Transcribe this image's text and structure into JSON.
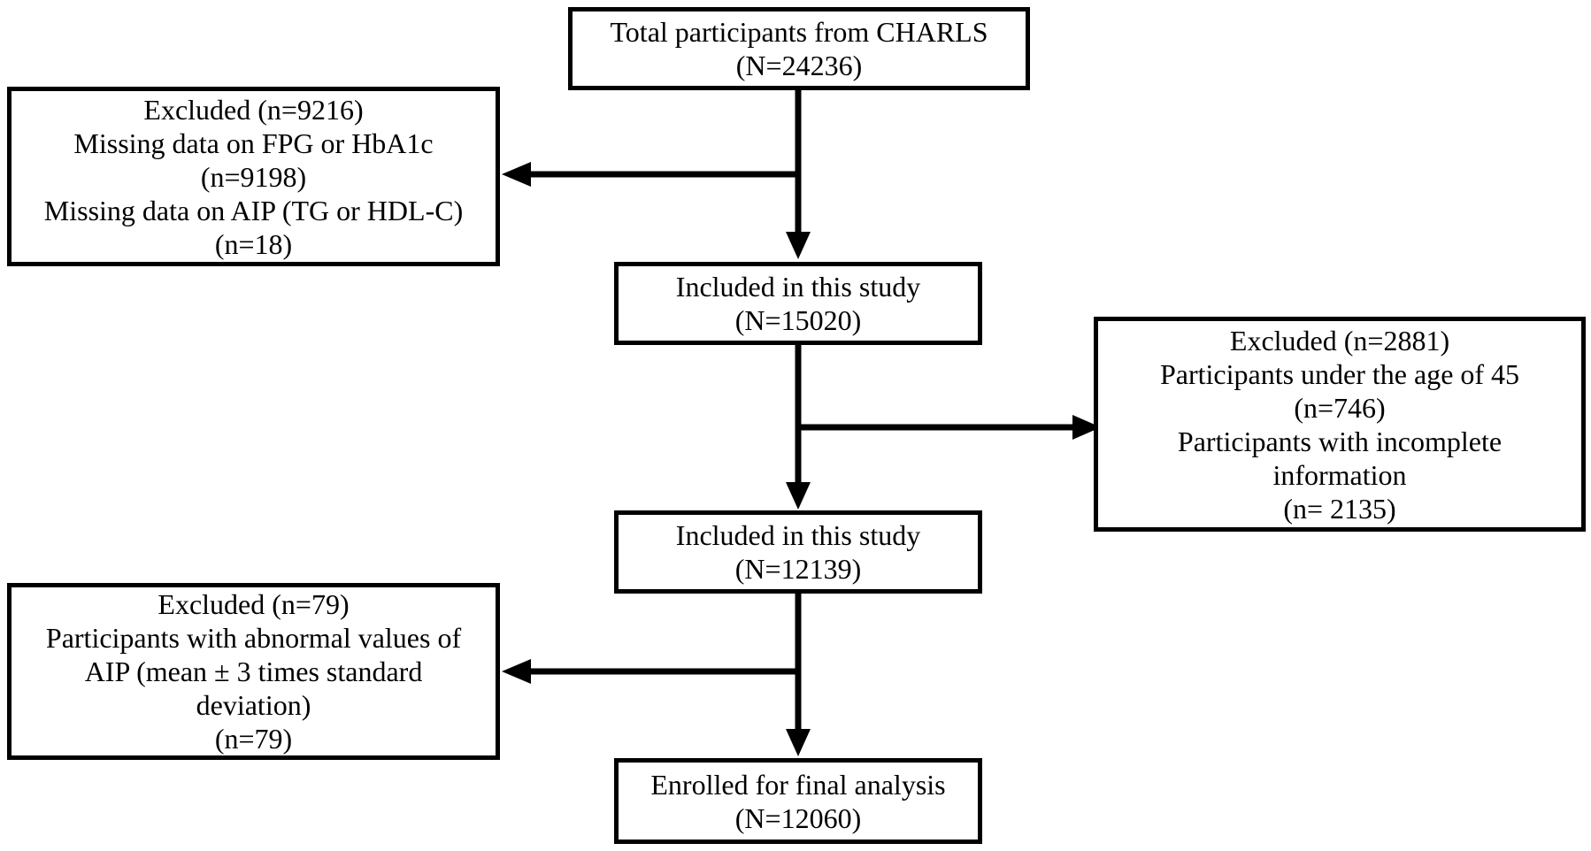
{
  "boxes": {
    "total": {
      "title": "Total participants from CHARLS",
      "count": "(N=24236)"
    },
    "excluded1": {
      "title": "Excluded (n=9216)",
      "reason1": "Missing data on FPG or HbA1c",
      "reason1_n": "(n=9198)",
      "reason2": "Missing data on AIP (TG or HDL-C)",
      "reason2_n": "(n=18)"
    },
    "included1": {
      "title": "Included in this study",
      "count": "(N=15020)"
    },
    "excluded2": {
      "title": "Excluded (n=2881)",
      "reason1": "Participants under the age of 45",
      "reason1_n": "(n=746)",
      "reason2_line1": "Participants with incomplete",
      "reason2_line2": "information",
      "reason2_n": "(n= 2135)"
    },
    "included2": {
      "title": "Included in this study",
      "count": "(N=12139)"
    },
    "excluded3": {
      "title": "Excluded (n=79)",
      "reason_line1": "Participants with abnormal values of",
      "reason_line2": "AIP (mean ± 3 times standard",
      "reason_line3": "deviation)",
      "reason_n": "(n=79)"
    },
    "final": {
      "title": "Enrolled for final analysis",
      "count": "(N=12060)"
    }
  },
  "colors": {
    "stroke": "#000000",
    "background": "#ffffff"
  }
}
